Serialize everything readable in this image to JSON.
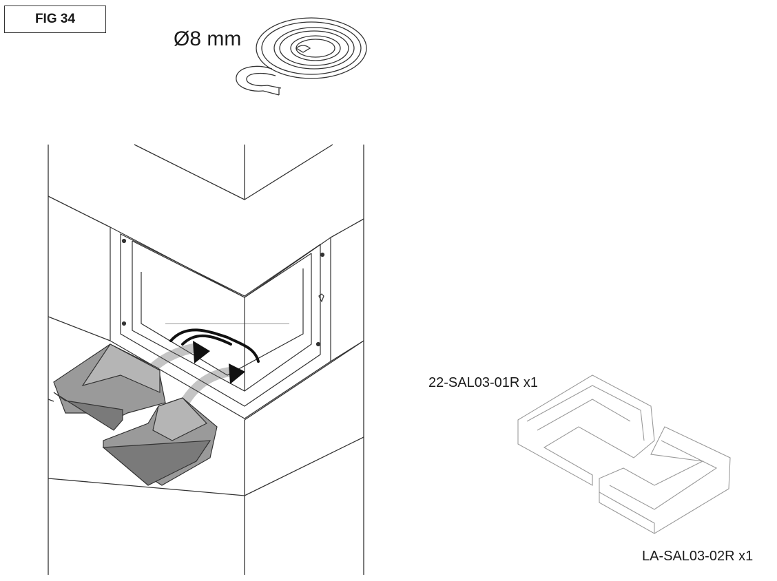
{
  "figure": {
    "label": "FIG 34"
  },
  "gasket": {
    "diameter_label": "Ø8 mm"
  },
  "parts": [
    {
      "code": "22-SAL03-01R x1"
    },
    {
      "code": "LA-SAL03-02R x1"
    }
  ],
  "colors": {
    "line": "#333333",
    "part_fill": "#9a9a9a",
    "part_fill_dark": "#7a7a7a",
    "arrow": "#111111",
    "light_line": "#9a9a9a"
  }
}
